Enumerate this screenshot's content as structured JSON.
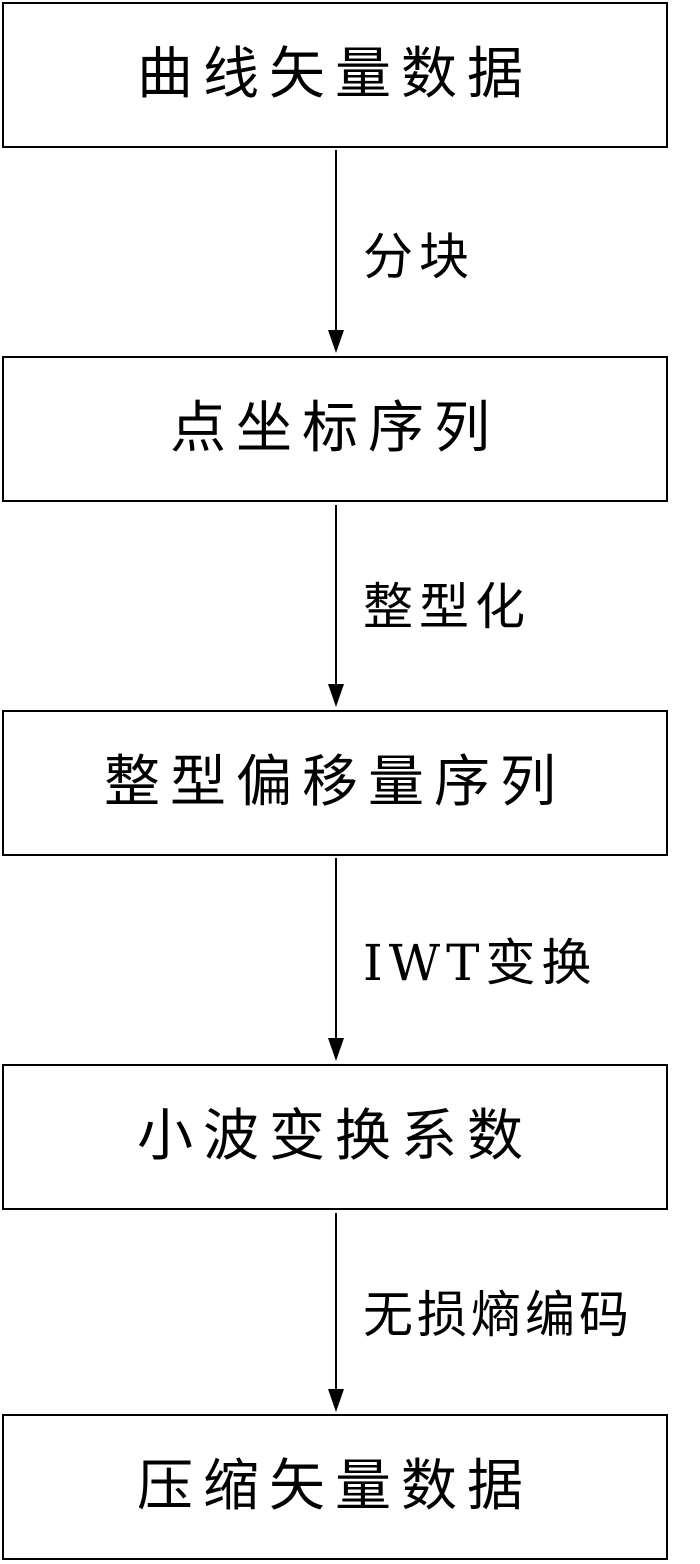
{
  "nodes": [
    {
      "id": "curve-vector-data",
      "label": "曲线矢量数据"
    },
    {
      "id": "point-coordinate-sequence",
      "label": "点坐标序列"
    },
    {
      "id": "integer-offset-sequence",
      "label": "整型偏移量序列"
    },
    {
      "id": "wavelet-coefficients",
      "label": "小波变换系数"
    },
    {
      "id": "compressed-vector-data",
      "label": "压缩矢量数据"
    }
  ],
  "edges": [
    {
      "from": "curve-vector-data",
      "to": "point-coordinate-sequence",
      "label": "分块"
    },
    {
      "from": "point-coordinate-sequence",
      "to": "integer-offset-sequence",
      "label": "整型化"
    },
    {
      "from": "integer-offset-sequence",
      "to": "wavelet-coefficients",
      "label": "IWT变换"
    },
    {
      "from": "wavelet-coefficients",
      "to": "compressed-vector-data",
      "label": "无损熵编码"
    }
  ],
  "colors": {
    "line": "#000000",
    "background": "#ffffff"
  }
}
